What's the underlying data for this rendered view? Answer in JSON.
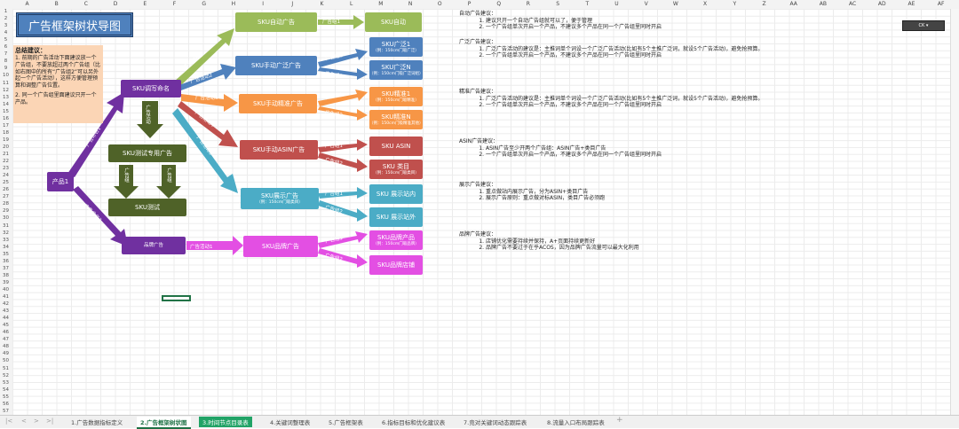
{
  "columns": [
    "A",
    "B",
    "C",
    "D",
    "E",
    "F",
    "G",
    "H",
    "I",
    "J",
    "K",
    "L",
    "M",
    "N",
    "O",
    "P",
    "Q",
    "R",
    "S",
    "T",
    "U",
    "V",
    "W",
    "X",
    "Y",
    "Z",
    "AA",
    "AB",
    "AC",
    "AD",
    "AE",
    "AF"
  ],
  "rows": [
    "1",
    "2",
    "3",
    "4",
    "5",
    "6",
    "7",
    "8",
    "9",
    "10",
    "11",
    "12",
    "13",
    "14",
    "15",
    "16",
    "17",
    "18",
    "19",
    "20",
    "21",
    "22",
    "23",
    "24",
    "25",
    "26",
    "27",
    "28",
    "29",
    "30",
    "31",
    "32",
    "33",
    "34",
    "35",
    "36",
    "37",
    "38",
    "39",
    "40",
    "41",
    "42",
    "43",
    "44",
    "45",
    "46",
    "47",
    "48",
    "49",
    "50",
    "51",
    "52",
    "53",
    "54",
    "55",
    "56",
    "57"
  ],
  "diagram": {
    "title": "广告框架树状导图",
    "summary_title": "总结建议：",
    "summary_1": "1. 前期的广告活动下面建议放一个广告组，不要放超过两个广告组（比如右图中的所有“广告组2”可以另外起一个广告活动），这样方便管理预算和调整广告位置。",
    "summary_2": "2. 同一个广告组里面建议只开一个产品。",
    "product": "产品1",
    "sku_naming": "SKU调写命名",
    "sku_test_ad": "SKU测试专用广告",
    "sku_test": "SKU测试",
    "brand_ad": "品牌广告",
    "auto_ad": "SKU自动广告",
    "manual_broad": "SKU手动广泛广告",
    "manual_exact": "SKU手动精准广告",
    "manual_asin": "SKU手动ASIN广告",
    "display_ad": "SKU展示广告",
    "display_sub": "（例：150cm门吸类目）",
    "brand_campaign": "SKU品牌广告",
    "auto_group": "SKU自动",
    "broad_1": "SKU广泛1",
    "broad_1_sub": "（例：150cm门吸广泛）",
    "broad_n": "SKU广泛N",
    "broad_n_sub": "（例：150cm门吸广泛词组）",
    "exact_1": "SKU精准1",
    "exact_1_sub": "（例：150cm门吸精准）",
    "exact_n": "SKU精准N",
    "exact_n_sub": "（例：150cm门吸精准其他）",
    "asin": "SKU ASIN",
    "category": "SKU 类目",
    "category_sub": "（例：150cm门吸类目）",
    "display_in": "SKU 展示站内",
    "display_out": "SKU 展示站外",
    "brand_product": "SKU品牌产品",
    "brand_product_sub": "（例：150cm门吸品牌）",
    "brand_store": "SKU品牌店铺",
    "lbl_campaign1": "广告活动1",
    "lbl_campaign2": "广告活动2",
    "lbl_campaign3": "广告活动3",
    "lbl_campaign4": "广告活动4",
    "lbl_campaign5": "广告活动5",
    "lbl_group1": "广告组1",
    "lbl_group2": "广告组2",
    "lbl_activity": "广告活动",
    "lbl_group": "广告组",
    "lbl_naming1": "广告命名1",
    "lbl_naming2": "广告命名2"
  },
  "advice": {
    "auto_h": "自动广告建议：",
    "auto_1": "建议只开一个自动广告组就可以了，便于管理",
    "auto_2": "一个广告组单次开启一个产品，不建议多个产品在同一个广告组里同时开启",
    "broad_h": "广泛广告建议：",
    "broad_1": "广泛广告活动的建议是：主推词单个词设一个广泛广告活动(比如有5个主推广泛词，就设5个广告活动)，避免抢预算。",
    "broad_2": "一个广告组单次开启一个产品，不建议多个产品在同一个广告组里同时开启",
    "exact_h": "精准广告建议：",
    "exact_1": "广泛广告活动的建议是：主推词单个词设一个广泛广告活动(比如有5个主推广泛词，就设5个广告活动)，避免抢预算。",
    "exact_2": "一个广告组单次开启一个产品，不建议多个产品在同一个广告组里同时开启",
    "asin_h": "ASIN广告建议：",
    "asin_1": "ASIN广告至少开两个广告组：ASIN广告+类目广告",
    "asin_2": "一个广告组单次开启一个产品，不建议多个产品在同一个广告组里同时开启",
    "disp_h": "展示广告建议：",
    "disp_1": "重点做站内展示广告，分为ASIN+类目广告",
    "disp_2": "展示广告原则：重点做对标ASIN，类目广告必须跑",
    "brand_h": "品牌广告建议：",
    "brand_1": "店铺优化需要持续并保持，A+页面持续更新好",
    "brand_2": "品牌广告不要过于在乎ACOS，因为品牌广告流量可以最大化利用"
  },
  "ck_label": "CK",
  "tabs": [
    "1.广告数据指标定义",
    "2.广告框架树状图",
    "3.时间节点目录表",
    "4.关键词整理表",
    "5.广告框架表",
    "6.指标目标和优化建议表",
    "7.竞对关键词动态跟踪表",
    "8.流量入口布局跟踪表"
  ],
  "colors": {
    "green": "#9bbb59",
    "blue": "#4f81bd",
    "orange": "#f79646",
    "red": "#c0504d",
    "teal": "#4bacc6",
    "magenta": "#e34fe3",
    "purple": "#7030a0",
    "olive": "#4f6228"
  }
}
